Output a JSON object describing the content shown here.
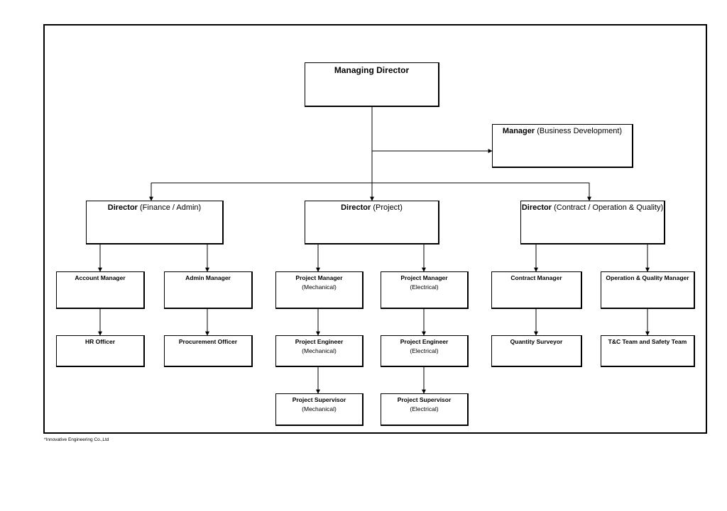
{
  "chart": {
    "managing_director": "Managing Director",
    "business_dev": {
      "title": "Manager",
      "sub": "(Business Development)"
    },
    "directors": [
      {
        "title": "Director",
        "sub": "(Finance / Admin)"
      },
      {
        "title": "Director",
        "sub": "(Project)"
      },
      {
        "title": "Director",
        "sub": "(Contract / Operation & Quality)"
      }
    ],
    "level3": [
      {
        "title": "Account Manager",
        "sub": ""
      },
      {
        "title": "Admin Manager",
        "sub": ""
      },
      {
        "title": "Project Manager",
        "sub": "(Mechanical)"
      },
      {
        "title": "Project Manager",
        "sub": "(Electrical)"
      },
      {
        "title": "Contract Manager",
        "sub": ""
      },
      {
        "title": "Operation & Quality Manager",
        "sub": ""
      }
    ],
    "level4": [
      {
        "title": "HR Officer",
        "sub": ""
      },
      {
        "title": "Procurement Officer",
        "sub": ""
      },
      {
        "title": "Project Engineer",
        "sub": "(Mechanical)"
      },
      {
        "title": "Project Engineer",
        "sub": "(Electrical)"
      },
      {
        "title": "Quantity Surveyor",
        "sub": ""
      },
      {
        "title": "T&C Team and Safety Team",
        "sub": ""
      }
    ],
    "level5": [
      {
        "title": "Project Supervisor",
        "sub": "(Mechanical)"
      },
      {
        "title": "Project Supervisor",
        "sub": "(Electrical)"
      }
    ]
  },
  "footnote": "*Innovative Engineering Co.,Ltd"
}
